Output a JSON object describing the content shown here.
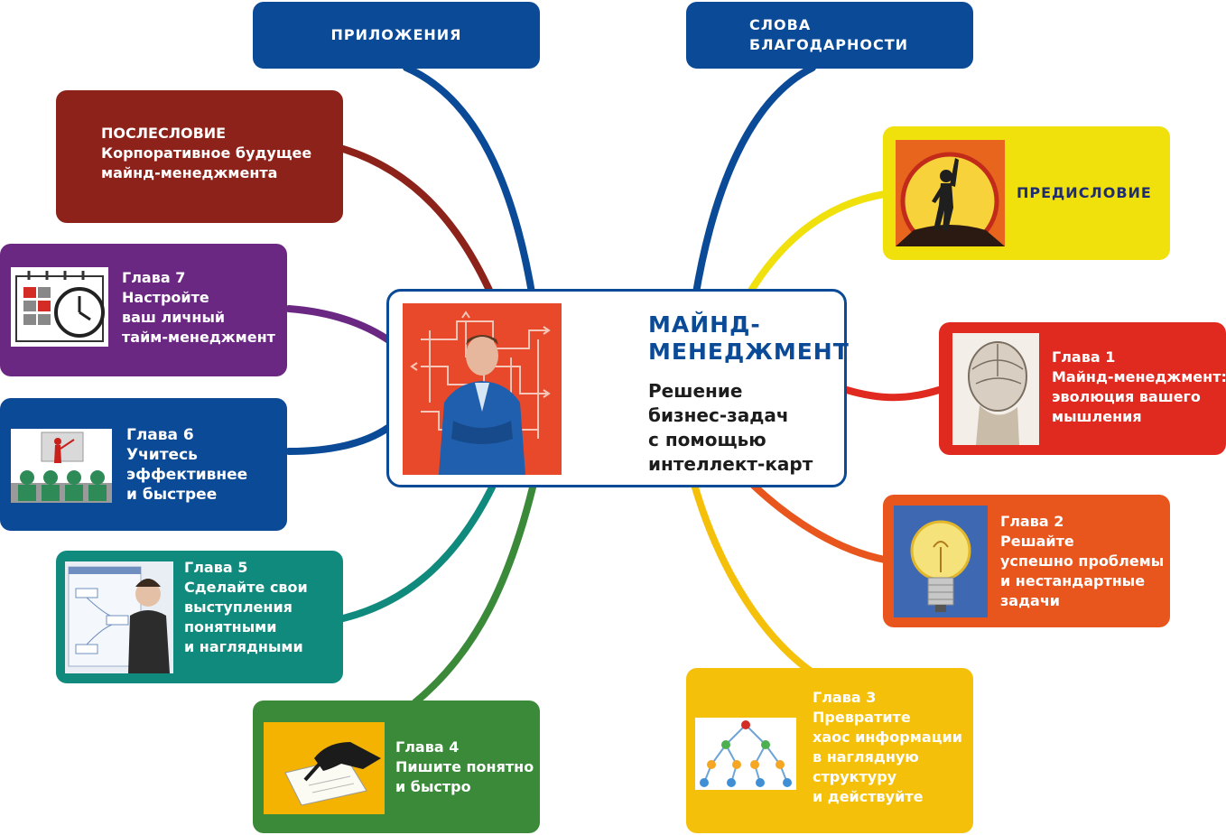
{
  "colors": {
    "blue": "#0a4a97",
    "darkred": "#8c2219",
    "purple": "#6b2883",
    "teal": "#0f8a7d",
    "green": "#3a8a3a",
    "yellow": "#f0e00c",
    "red": "#e02a1f",
    "orange": "#e8561e",
    "gold": "#f5c00a"
  },
  "center": {
    "title": [
      "МАЙНД-",
      "МЕНЕДЖМЕНТ"
    ],
    "subtitle": [
      "Решение",
      "бизнес-задач",
      "с помощью",
      "интеллект-карт"
    ]
  },
  "nodes": {
    "apps": {
      "lines": [
        "ПРИЛОЖЕНИЯ"
      ]
    },
    "thanks": {
      "lines": [
        "СЛОВА",
        "БЛАГОДАРНОСТИ"
      ]
    },
    "afterword": {
      "lines": [
        "ПОСЛЕСЛОВИЕ",
        "Корпоративное будущее",
        "майнд-менеджмента"
      ]
    },
    "preface": {
      "lines": [
        "ПРЕДИСЛОВИЕ"
      ]
    },
    "ch7": {
      "lines": [
        "Глава 7",
        "Настройте",
        "ваш личный",
        "тайм-менеджмент"
      ]
    },
    "ch1": {
      "lines": [
        "Глава 1",
        "Майнд-менеджмент:",
        "эволюция вашего",
        "мышления"
      ]
    },
    "ch6": {
      "lines": [
        "Глава 6",
        "Учитесь",
        "эффективнее",
        "и быстрее"
      ]
    },
    "ch2": {
      "lines": [
        "Глава 2",
        "Решайте",
        "успешно проблемы",
        "и нестандартные",
        "задачи"
      ]
    },
    "ch5": {
      "lines": [
        "Глава 5",
        "Сделайте свои",
        "выступления",
        "понятными",
        "и наглядными"
      ]
    },
    "ch4": {
      "lines": [
        "Глава 4",
        "Пишите понятно",
        "и быстро"
      ]
    },
    "ch3": {
      "lines": [
        "Глава 3",
        "Превратите",
        "хаос информации",
        "в наглядную",
        "структуру",
        "и действуйте"
      ]
    }
  }
}
